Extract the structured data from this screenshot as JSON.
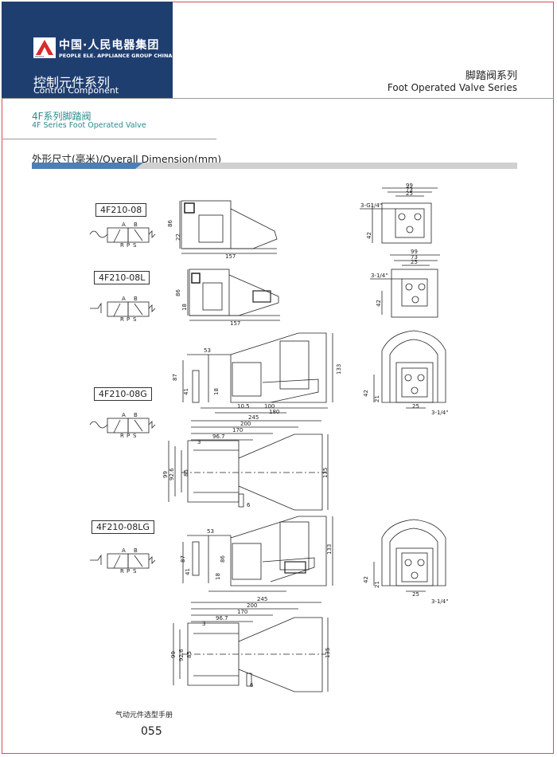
{
  "brand": {
    "name_cn": "中国·人民电器集团",
    "name_en": "PEOPLE ELE. APPLIANCE GROUP CHINA",
    "logo_small": "PEOPLE",
    "category_cn": "控制元件系列",
    "category_en": "Control Component"
  },
  "header": {
    "series_cn": "脚踏阀系列",
    "series_en": "Foot Operated Valve Series"
  },
  "subheader": {
    "title_cn": "4F系列脚踏阀",
    "title_en": "4F Series Foot Operated Valve"
  },
  "section": {
    "title": "外形尺寸(毫米)/Overall Dimension(mm)"
  },
  "colors": {
    "brand_blue": "#1f3e70",
    "accent_teal": "#2b8a8f",
    "frame_red": "#e04a4a"
  },
  "models": [
    {
      "code": "4F210-08",
      "ports_top": [
        "A",
        "B"
      ],
      "ports_bottom": [
        "R",
        "P",
        "S"
      ]
    },
    {
      "code": "4F210-08L",
      "ports_top": [
        "A",
        "B"
      ],
      "ports_bottom": [
        "R",
        "P",
        "S"
      ]
    },
    {
      "code": "4F210-08G",
      "ports_top": [
        "A",
        "B"
      ],
      "ports_bottom": [
        "R",
        "P",
        "S"
      ]
    },
    {
      "code": "4F210-08LG",
      "ports_top": [
        "A",
        "B"
      ],
      "ports_bottom": [
        "R",
        "P",
        "S"
      ]
    }
  ],
  "dims": {
    "d86": "86",
    "d22": "22",
    "d157": "157",
    "d18": "18",
    "d87": "87",
    "d41": "41",
    "d53": "53",
    "d133": "133",
    "d105": "10.5",
    "d100": "100",
    "d180": "180",
    "d245": "245",
    "d200": "200",
    "d170": "170",
    "d967": "96.7",
    "d3": "3",
    "d99": "99",
    "d926": "92.6",
    "d85": "85",
    "d135": "135",
    "d6": "6",
    "d73": "73",
    "d25": "25",
    "d42": "42",
    "d21": "21",
    "g14": "3-G1/4\"",
    "p14a": "3-1/4\"",
    "p14b": "3-1/4\"",
    "p14c": "3-1/4\""
  },
  "footer": {
    "caption": "气动元件选型手册",
    "page": "055"
  }
}
